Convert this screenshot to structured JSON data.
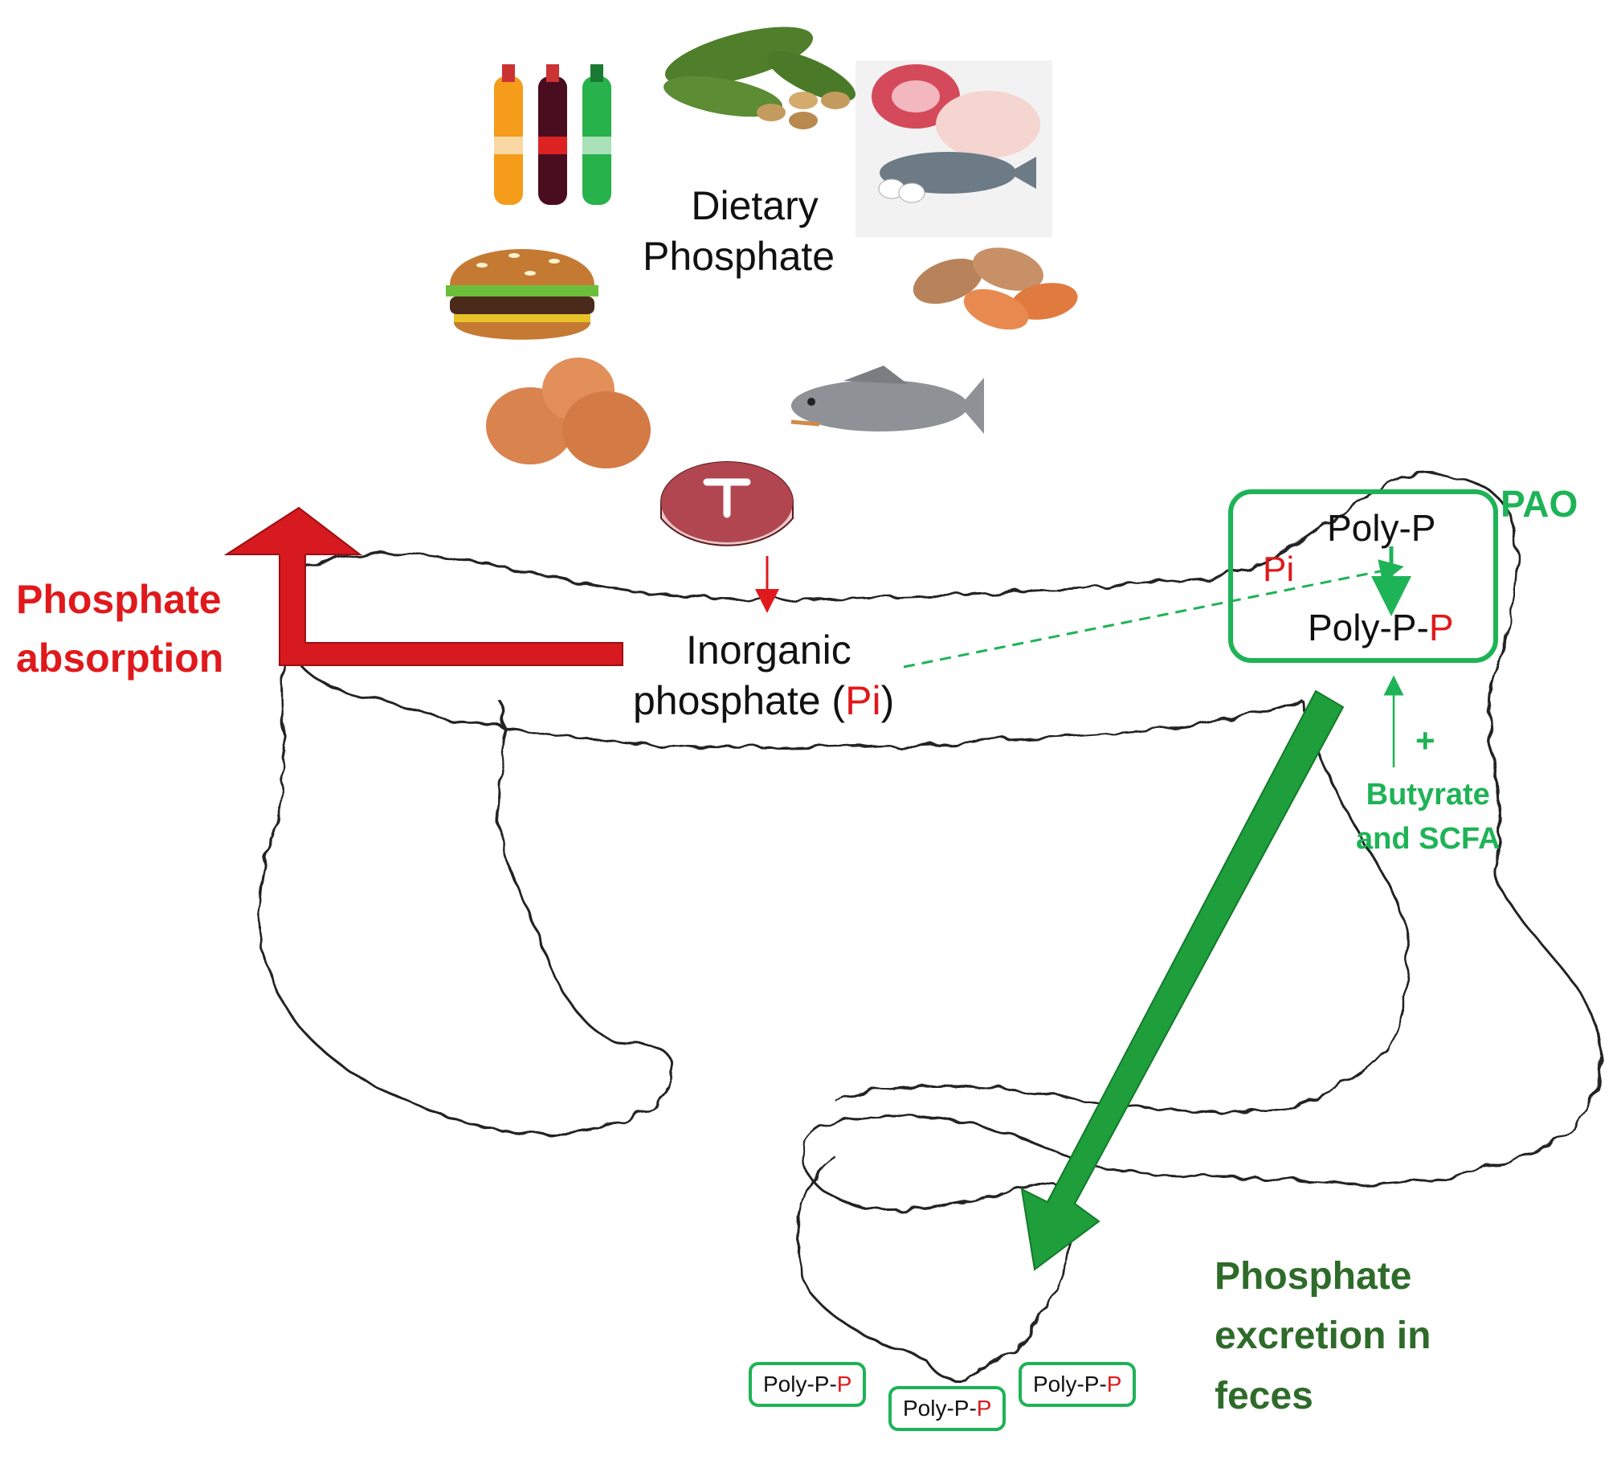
{
  "dietary_label": [
    "Dietary",
    "Phosphate"
  ],
  "inorganic_label": {
    "line1": "Inorganic",
    "line2_prefix": "phosphate (",
    "line2_pi": "Pi",
    "line2_suffix": ")"
  },
  "absorption_label": [
    "Phosphate",
    "absorption"
  ],
  "pao_label": "PAO",
  "pao_box": {
    "poly_p": "Poly-P",
    "pi": "Pi",
    "poly_p_p_prefix": "Poly-P-",
    "poly_p_p_suffix": "P"
  },
  "butyrate": {
    "plus": "+",
    "line1": "Butyrate",
    "line2": "and SCFA"
  },
  "excretion_label": [
    "Phosphate",
    "excretion in",
    "feces"
  ],
  "feces_chips": [
    {
      "prefix": "Poly-P-",
      "suffix": "P"
    },
    {
      "prefix": "Poly-P-",
      "suffix": "P"
    },
    {
      "prefix": "Poly-P-",
      "suffix": "P"
    }
  ],
  "food_icons": [
    "soda-bottles-icon",
    "beans-icon",
    "meat-poultry-fish-icon",
    "burger-icon",
    "almonds-icon",
    "eggs-icon",
    "fish-icon",
    "steak-icon"
  ],
  "colors": {
    "absorption": "#e0191c",
    "pao": "#1eb356",
    "excretion": "#2e6b2a",
    "outline": "#222222"
  }
}
